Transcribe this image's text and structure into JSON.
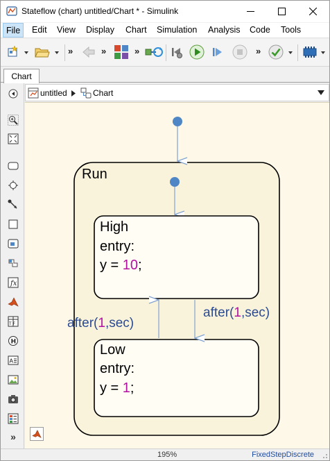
{
  "window": {
    "title": "Stateflow (chart) untitled/Chart * - Simulink",
    "app_icon": "stateflow-app-icon"
  },
  "menu": {
    "items": [
      "File",
      "Edit",
      "View",
      "Display",
      "Chart",
      "Simulation",
      "Analysis",
      "Code",
      "Tools"
    ]
  },
  "toolbar": {
    "more_glyph": "»",
    "icons": [
      "new-model-icon",
      "open-folder-icon",
      "back-icon",
      "library-browser-icon",
      "update-diagram-icon",
      "step-back-icon",
      "run-icon",
      "step-forward-icon",
      "stop-icon",
      "check-model-icon",
      "hardware-settings-icon"
    ]
  },
  "tabs": [
    "Chart"
  ],
  "address": {
    "root": "untitled",
    "current": "Chart"
  },
  "chart": {
    "outer_state": {
      "name": "Run"
    },
    "states": [
      {
        "name": "High",
        "entry_label": "entry:",
        "assign_lhs": "y = ",
        "assign_value": "10",
        "assign_end": ";"
      },
      {
        "name": "Low",
        "entry_label": "entry:",
        "assign_lhs": "y = ",
        "assign_value": "1",
        "assign_end": ";"
      }
    ],
    "transitions": [
      {
        "from": "Low",
        "to": "High",
        "fn": "after(",
        "count": "1",
        "unit": ",sec)"
      },
      {
        "from": "High",
        "to": "Low",
        "fn": "after(",
        "count": "1",
        "unit": ",sec)"
      }
    ],
    "colors": {
      "canvas": "#fdf8e7",
      "transition_line": "#7fa1cf",
      "default_dot": "#4f86c6",
      "label_text": "#2b4b91",
      "numeric_literal": "#b0129f"
    }
  },
  "status": {
    "zoom": "195%",
    "solver": "FixedStepDiscrete"
  }
}
